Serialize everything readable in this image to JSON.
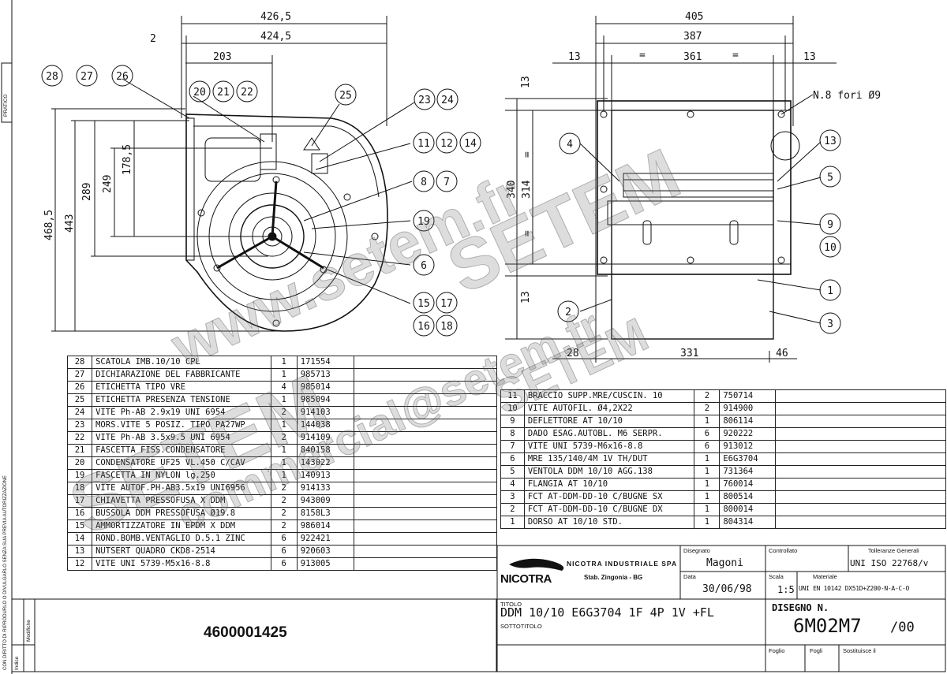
{
  "drawing": {
    "front_view": {
      "dims": [
        "426,5",
        "424,5",
        "2",
        "203",
        "468,5",
        "443",
        "289",
        "249",
        "178,5"
      ],
      "balloons": [
        "28",
        "27",
        "26",
        "20",
        "21",
        "22",
        "25",
        "23",
        "24",
        "11",
        "12",
        "14",
        "8",
        "7",
        "19",
        "6",
        "15",
        "17",
        "16",
        "18"
      ]
    },
    "side_view": {
      "dims": [
        "405",
        "387",
        "361",
        "13",
        "=",
        "=",
        "13",
        "13",
        "340",
        "314",
        "=",
        "=",
        "13",
        "28",
        "331",
        "46"
      ],
      "note": "N.8 fori Ø9",
      "balloons": [
        "4",
        "13",
        "5",
        "9",
        "10",
        "1",
        "2",
        "3"
      ]
    }
  },
  "bom_left": [
    {
      "pos": "28",
      "desc": "SCATOLA IMB.10/10 CPL",
      "qty": "1",
      "code": "171554"
    },
    {
      "pos": "27",
      "desc": "DICHIARAZIONE DEL FABBRICANTE",
      "qty": "1",
      "code": "985713"
    },
    {
      "pos": "26",
      "desc": "ETICHETTA TIPO VRE",
      "qty": "4",
      "code": "985014"
    },
    {
      "pos": "25",
      "desc": "ETICHETTA PRESENZA TENSIONE",
      "qty": "1",
      "code": "985094"
    },
    {
      "pos": "24",
      "desc": "VITE Ph-AB 2.9x19 UNI 6954",
      "qty": "2",
      "code": "914103"
    },
    {
      "pos": "23",
      "desc": "MORS.VITE 5 POSIZ. TIPO PA27WP",
      "qty": "1",
      "code": "144038"
    },
    {
      "pos": "22",
      "desc": "VITE Ph-AB 3.5x9.5 UNI 6954",
      "qty": "2",
      "code": "914109"
    },
    {
      "pos": "21",
      "desc": "FASCETTA FISS.CONDENSATORE",
      "qty": "1",
      "code": "840158"
    },
    {
      "pos": "20",
      "desc": "CONDENSATORE UF25 VL.450 C/CAV",
      "qty": "1",
      "code": "143022"
    },
    {
      "pos": "19",
      "desc": "FASCETTA IN NYLON lg.250",
      "qty": "1",
      "code": "140913"
    },
    {
      "pos": "18",
      "desc": "VITE AUTOF.PH-AB3.5x19 UNI6956",
      "qty": "2",
      "code": "914133"
    },
    {
      "pos": "17",
      "desc": "CHIAVETTA PRESSOFUSA X DDM",
      "qty": "2",
      "code": "943009"
    },
    {
      "pos": "16",
      "desc": "BUSSOLA DDM PRESSOFUSA Ø19.8",
      "qty": "2",
      "code": "8158L3"
    },
    {
      "pos": "15",
      "desc": "AMMORTIZZATORE IN EPDM X DDM",
      "qty": "2",
      "code": "986014"
    },
    {
      "pos": "14",
      "desc": "ROND.BOMB.VENTAGLIO D.5.1 ZINC",
      "qty": "6",
      "code": "922421"
    },
    {
      "pos": "13",
      "desc": "NUTSERT QUADRO CKD8-2514",
      "qty": "6",
      "code": "920603"
    },
    {
      "pos": "12",
      "desc": "VITE UNI 5739-M5x16-8.8",
      "qty": "6",
      "code": "913005"
    }
  ],
  "bom_right": [
    {
      "pos": "11",
      "desc": "BRACCIO SUPP.MRE/CUSCIN. 10",
      "qty": "2",
      "code": "750714"
    },
    {
      "pos": "10",
      "desc": "VITE AUTOFIL. Ø4,2X22",
      "qty": "2",
      "code": "914900"
    },
    {
      "pos": "9",
      "desc": "DEFLETTORE AT 10/10",
      "qty": "1",
      "code": "806114"
    },
    {
      "pos": "8",
      "desc": "DADO ESAG.AUTOBL. M6 SERPR.",
      "qty": "6",
      "code": "920222"
    },
    {
      "pos": "7",
      "desc": "VITE UNI 5739-M6x16-8.8",
      "qty": "6",
      "code": "913012"
    },
    {
      "pos": "6",
      "desc": "MRE 135/140/4M 1V TH/DUT",
      "qty": "1",
      "code": "E6G3704"
    },
    {
      "pos": "5",
      "desc": "VENTOLA DDM 10/10 AGG.138",
      "qty": "1",
      "code": "731364"
    },
    {
      "pos": "4",
      "desc": "FLANGIA AT 10/10",
      "qty": "1",
      "code": "760014"
    },
    {
      "pos": "3",
      "desc": "FCT AT-DDM-DD-10 C/BUGNE SX",
      "qty": "1",
      "code": "800514"
    },
    {
      "pos": "2",
      "desc": "FCT AT-DDM-DD-10 C/BUGNE DX",
      "qty": "1",
      "code": "800014"
    },
    {
      "pos": "1",
      "desc": "DORSO AT 10/10 STD.",
      "qty": "1",
      "code": "804314"
    }
  ],
  "title_block": {
    "company_line1": "NICOTRA INDUSTRIALE SPA",
    "company_line2": "Stab. Zingonia - BG",
    "logo_text": "NICOTRA",
    "lbl_disegnato": "Disegnato",
    "disegnato": "Magoni",
    "lbl_controllato": "Controllato",
    "lbl_tolleranze": "Tolleranze Generali",
    "tolleranze": "UNI ISO 22768/v",
    "lbl_data": "Data",
    "data": "30/06/98",
    "lbl_scala": "Scala",
    "scala": "1:5",
    "lbl_materiale": "Materiale",
    "materiale": "UNI EN 10142 DX51D+Z200-N-A-C-O",
    "lbl_titolo": "TITOLO",
    "titolo": "DDM 10/10 E6G3704 1F 4P 1V +FL",
    "lbl_sottotitolo": "SOTTOTITOLO",
    "lbl_disegno": "DISEGNO N.",
    "disegno": "6M02M7",
    "revisione": "/00",
    "lbl_foglio": "Foglio",
    "lbl_fogli": "Fogli",
    "lbl_sostituisce": "Sostituisce il",
    "code_number": "4600001425",
    "lbl_indice": "Indice",
    "lbl_modifiche": "Modifiche"
  },
  "margin": {
    "top_label": "PRATICO",
    "bottom_label": "CON DIRITTO DI RIPRODURLO O DIVULGARLO SENZA SUA PREVIA AUTORIZZAZIONE"
  },
  "watermarks": [
    "www.setem.fr",
    "SETEM",
    "SETEM",
    "commercial@setem.fr",
    "SETEM"
  ]
}
